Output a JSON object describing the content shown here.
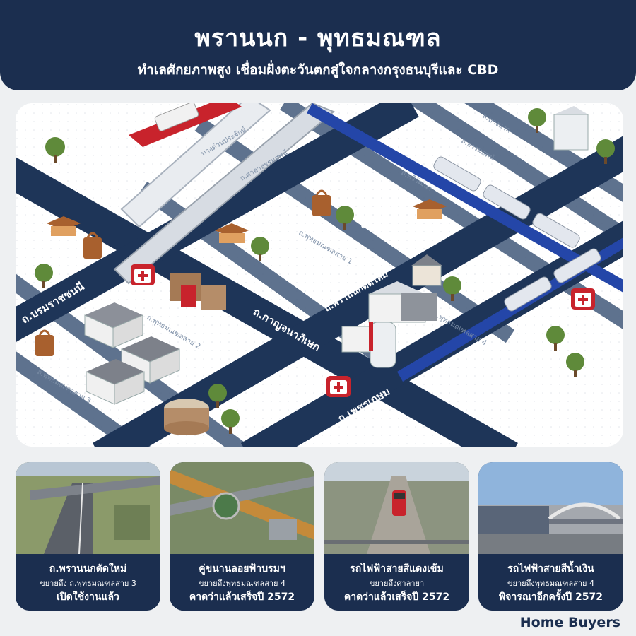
{
  "header": {
    "title": "พรานนก - พุทธมณฑล",
    "subtitle": "ทำเลศักยภาพสูง เชื่อมฝั่งตะวันตกสู่ใจกลางกรุงธนบุรีและ CBD"
  },
  "map": {
    "main_roads": [
      "ถ.บรมราชชนนี",
      "ถ.กาญจนาภิเษก",
      "ถ.ราชพฤกษ์",
      "ถ.พรานนกตัดใหม่",
      "ถ.เพชรเกษม"
    ],
    "minor_roads": [
      "ทางด่วนประจักษ์",
      "ถ.ธรรมสพน์",
      "ถ.ศาลาธรรมสพน์",
      "ถ.บางแวก",
      "ถ.ทวีวัฒนา",
      "ถ.พุทธมณฑลสาย 1",
      "ถ.พุทธมณฑลสาย 2",
      "ถ.พุทธมณฑลสาย 3",
      "ถ.พุทธมณฑลสาย 4"
    ]
  },
  "cards": [
    {
      "line1": "ถ.พรานนกตัดใหม่",
      "line2": "ขยายถึง ถ.พุทธมณฑลสาย 3",
      "line3": "เปิดใช้งานแล้ว"
    },
    {
      "line1": "คู่ขนานลอยฟ้าบรมฯ",
      "line2": "ขยายถึงพุทธมณฑลสาย 4",
      "line3": "คาดว่าแล้วเสร็จปี 2572"
    },
    {
      "line1": "รถไฟฟ้าสายสีแดงเข้ม",
      "line2": "ขยายถึงศาลายา",
      "line3": "คาดว่าแล้วเสร็จปี 2572"
    },
    {
      "line1": "รถไฟฟ้าสายสีน้ำเงิน",
      "line2": "ขยายถึงพุทธมณฑลสาย 4",
      "line3": "พิจารณาอีกครั้งปี 2572"
    }
  ],
  "brand": {
    "logo": "Home Buyers"
  },
  "colors": {
    "navy": "#1b2e4f",
    "road": "#1e3558",
    "minor_road": "#4d6382",
    "red_line": "#c8232c",
    "blue_line": "#2446a8"
  }
}
